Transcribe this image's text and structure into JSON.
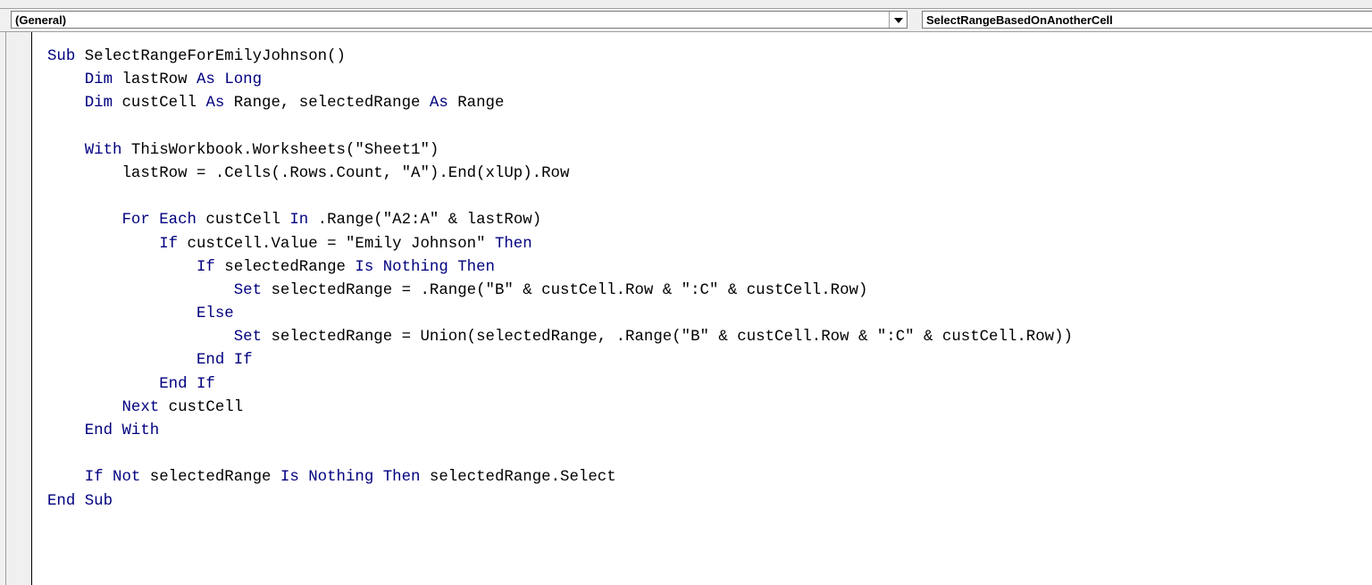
{
  "object_combo": {
    "value": "(General)"
  },
  "procedure_combo": {
    "value": "SelectRangeBasedOnAnotherCell"
  },
  "code_lines": [
    [
      {
        "t": "Sub",
        "k": true
      },
      {
        "t": " SelectRangeForEmilyJohnson()"
      }
    ],
    [
      {
        "t": "    "
      },
      {
        "t": "Dim",
        "k": true
      },
      {
        "t": " lastRow "
      },
      {
        "t": "As",
        "k": true
      },
      {
        "t": " "
      },
      {
        "t": "Long",
        "k": true
      }
    ],
    [
      {
        "t": "    "
      },
      {
        "t": "Dim",
        "k": true
      },
      {
        "t": " custCell "
      },
      {
        "t": "As",
        "k": true
      },
      {
        "t": " Range, selectedRange "
      },
      {
        "t": "As",
        "k": true
      },
      {
        "t": " Range"
      }
    ],
    [],
    [
      {
        "t": "    "
      },
      {
        "t": "With",
        "k": true
      },
      {
        "t": " ThisWorkbook.Worksheets(\"Sheet1\")"
      }
    ],
    [
      {
        "t": "        lastRow = .Cells(.Rows.Count, \"A\").End(xlUp).Row"
      }
    ],
    [],
    [
      {
        "t": "        "
      },
      {
        "t": "For Each",
        "k": true
      },
      {
        "t": " custCell "
      },
      {
        "t": "In",
        "k": true
      },
      {
        "t": " .Range(\"A2:A\" & lastRow)"
      }
    ],
    [
      {
        "t": "            "
      },
      {
        "t": "If",
        "k": true
      },
      {
        "t": " custCell.Value = \"Emily Johnson\" "
      },
      {
        "t": "Then",
        "k": true
      }
    ],
    [
      {
        "t": "                "
      },
      {
        "t": "If",
        "k": true
      },
      {
        "t": " selectedRange "
      },
      {
        "t": "Is",
        "k": true
      },
      {
        "t": " "
      },
      {
        "t": "Nothing",
        "k": true
      },
      {
        "t": " "
      },
      {
        "t": "Then",
        "k": true
      }
    ],
    [
      {
        "t": "                    "
      },
      {
        "t": "Set",
        "k": true
      },
      {
        "t": " selectedRange = .Range(\"B\" & custCell.Row & \":C\" & custCell.Row)"
      }
    ],
    [
      {
        "t": "                "
      },
      {
        "t": "Else",
        "k": true
      }
    ],
    [
      {
        "t": "                    "
      },
      {
        "t": "Set",
        "k": true
      },
      {
        "t": " selectedRange = Union(selectedRange, .Range(\"B\" & custCell.Row & \":C\" & custCell.Row))"
      }
    ],
    [
      {
        "t": "                "
      },
      {
        "t": "End If",
        "k": true
      }
    ],
    [
      {
        "t": "            "
      },
      {
        "t": "End If",
        "k": true
      }
    ],
    [
      {
        "t": "        "
      },
      {
        "t": "Next",
        "k": true
      },
      {
        "t": " custCell"
      }
    ],
    [
      {
        "t": "    "
      },
      {
        "t": "End With",
        "k": true
      }
    ],
    [],
    [
      {
        "t": "    "
      },
      {
        "t": "If Not",
        "k": true
      },
      {
        "t": " selectedRange "
      },
      {
        "t": "Is",
        "k": true
      },
      {
        "t": " "
      },
      {
        "t": "Nothing",
        "k": true
      },
      {
        "t": " "
      },
      {
        "t": "Then",
        "k": true
      },
      {
        "t": " selectedRange.Select"
      }
    ],
    [
      {
        "t": "End Sub",
        "k": true
      }
    ]
  ],
  "colors": {
    "keyword": "#00007f",
    "text": "#000000",
    "chrome": "#f0f0f0"
  }
}
